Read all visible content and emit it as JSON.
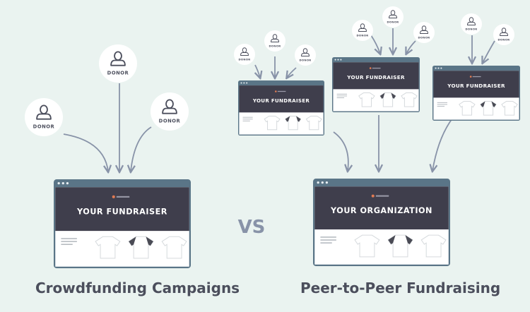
{
  "labels": {
    "donor": "DONOR",
    "your_fundraiser": "YOUR FUNDRAISER",
    "your_organization": "YOUR ORGANIZATION",
    "vs": "VS",
    "crowdfunding_caption": "Crowdfunding Campaigns",
    "p2p_caption": "Peer-to-Peer Fundraising"
  },
  "colors": {
    "background": "#eaf3f0",
    "browser_bar": "#5a7587",
    "header_dark": "#3f3e4c",
    "arrow": "#8893a8",
    "text_dark": "#4b4e5c",
    "border": "#5a7587"
  },
  "icons": [
    "person-icon",
    "tshirt-icon",
    "raglan-shirt-icon",
    "bonfire-logo-icon"
  ]
}
